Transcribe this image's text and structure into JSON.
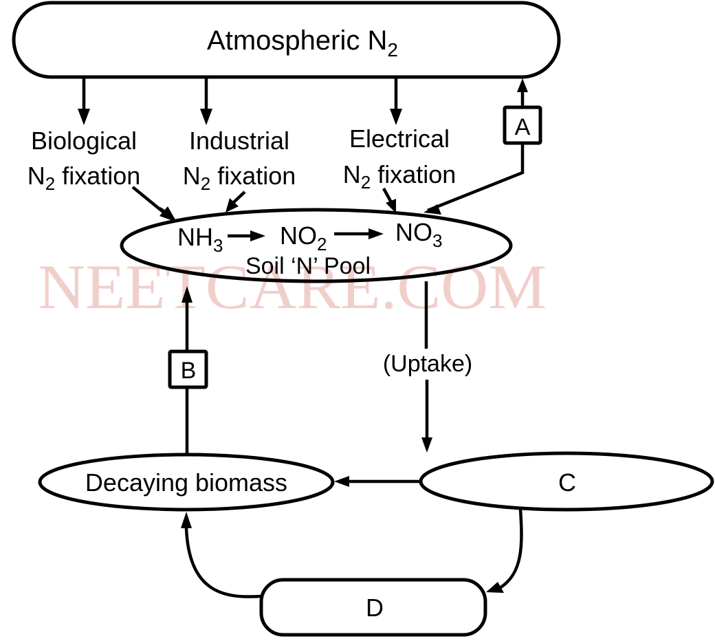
{
  "diagram": {
    "title": "Nitrogen cycle",
    "watermark": "NEETCARE.COM",
    "nodes": {
      "atmosphere": {
        "label": "Atmospheric N",
        "sub": "2"
      },
      "biological": {
        "line1": "Biological",
        "line2_main": "N",
        "line2_sub": "2",
        "line2_rest": " fixation"
      },
      "industrial": {
        "line1": "Industrial",
        "line2_main": "N",
        "line2_sub": "2",
        "line2_rest": " fixation"
      },
      "electrical": {
        "line1": "Electrical",
        "line2_main": "N",
        "line2_sub": "2",
        "line2_rest": " fixation"
      },
      "soil_pool": {
        "label": "Soil ‘N’ Pool",
        "species": [
          {
            "main": "NH",
            "sub": "3"
          },
          {
            "main": "NO",
            "sub": "2"
          },
          {
            "main": "NO",
            "sub": "3"
          }
        ]
      },
      "box_a": {
        "label": "A"
      },
      "box_b": {
        "label": "B"
      },
      "uptake": {
        "label": "(Uptake)"
      },
      "decaying": {
        "label": "Decaying biomass"
      },
      "c": {
        "label": "C"
      },
      "d": {
        "label": "D"
      }
    },
    "edges": [
      {
        "from": "atmosphere",
        "to": "biological"
      },
      {
        "from": "atmosphere",
        "to": "industrial"
      },
      {
        "from": "atmosphere",
        "to": "electrical"
      },
      {
        "from": "soil_pool.NO3",
        "to": "atmosphere",
        "via": "A"
      },
      {
        "from": "biological",
        "to": "soil_pool.NH3"
      },
      {
        "from": "industrial",
        "to": "soil_pool.NH3"
      },
      {
        "from": "electrical",
        "to": "soil_pool.NO3"
      },
      {
        "from": "soil_pool.NH3",
        "to": "soil_pool.NO2"
      },
      {
        "from": "soil_pool.NO2",
        "to": "soil_pool.NO3"
      },
      {
        "from": "soil_pool",
        "to": "c",
        "label": "(Uptake)"
      },
      {
        "from": "c",
        "to": "decaying"
      },
      {
        "from": "decaying",
        "to": "soil_pool",
        "via": "B"
      },
      {
        "from": "c",
        "to": "d"
      },
      {
        "from": "d",
        "to": "decaying"
      }
    ]
  }
}
